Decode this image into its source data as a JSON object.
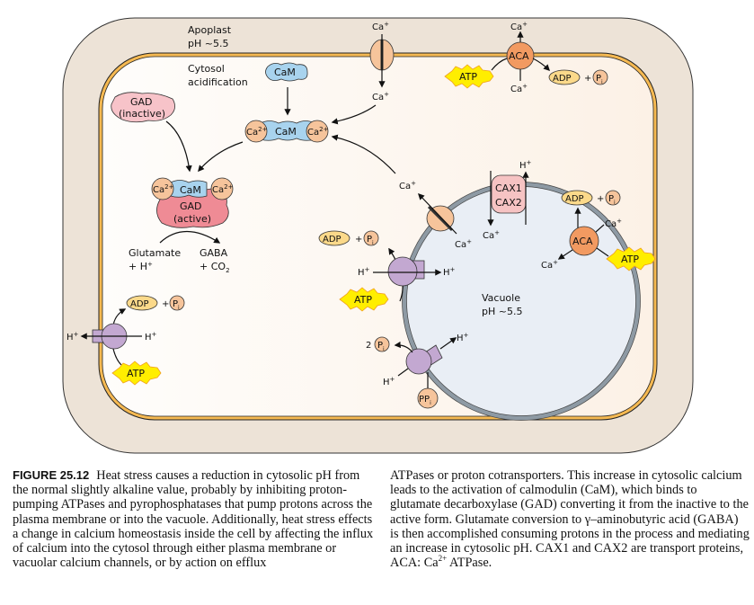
{
  "figure": {
    "colors": {
      "cell_wall": "#ede3d7",
      "cytosol": "#fdf6ee",
      "plasma_membrane": "#f5b952",
      "vacuole": "#e9eef5",
      "vacuole_membrane": "#8e9aa4",
      "calcium": "#f6c49b",
      "cam": "#a8d3ee",
      "gad_inactive": "#f7c3c9",
      "gad_active": "#ef8b95",
      "aca": "#f29a61",
      "atp": "#ffee00",
      "adp": "#fbd98a",
      "pump": "#c3a8d1",
      "cax": "#f6c3c3"
    },
    "labels": {
      "apoplast": "Apoplast",
      "apoplast_ph": "pH ~5.5",
      "cytosol": "Cytosol",
      "acidification": "acidification",
      "vacuole": "Vacuole",
      "vacuole_ph": "pH ~5.5",
      "cam": "CaM",
      "ca2": "Ca",
      "ca2_sup": "2+",
      "ca": "Ca",
      "ca_sup": "+",
      "h": "H",
      "h_sup": "+",
      "gad_inactive_1": "GAD",
      "gad_inactive_2": "(inactive)",
      "gad_active_1": "GAD",
      "gad_active_2": "(active)",
      "glutamate_1": "Glutamate",
      "glutamate_2": "+ H",
      "gaba_1": "GABA",
      "gaba_2": "+ CO",
      "gaba_2_sub": "2",
      "aca": "ACA",
      "atp": "ATP",
      "adp": "ADP",
      "plus": "+",
      "pi": "P",
      "pi_sub": "i",
      "two": "2",
      "ppi": "PP",
      "cax1": "CAX1",
      "cax2": "CAX2"
    }
  },
  "caption": {
    "figure_number": "FIGURE 25.12",
    "left_text": "Heat stress causes a reduction in cytosolic pH from the normal slightly alkaline value, probably by inhibiting proton-pumping ATPases and pyrophosphatases that pump protons across the plasma membrane or into the vacuole. Additionally, heat stress effects a change in cal­cium homeostasis inside the cell by affecting the influx of calcium into the cytosol through either plasma membrane or vacuolar calcium channels, or by action on efflux",
    "right_text_1": "ATPases or proton cotransporters. This increase in cytosolic calcium leads to the activation of calmodulin (CaM), which binds to glutamate decarboxylase (GAD) converting it from the inactive to the active form. Glutamate conversion to γ–aminobutyric acid (GABA) is then accomplished consum­ing protons in the process and mediating an increase in cytosolic pH. CAX1 and CAX2 are transport proteins, ACA: Ca",
    "right_text_sup": "2+",
    "right_text_2": " ATPase."
  }
}
